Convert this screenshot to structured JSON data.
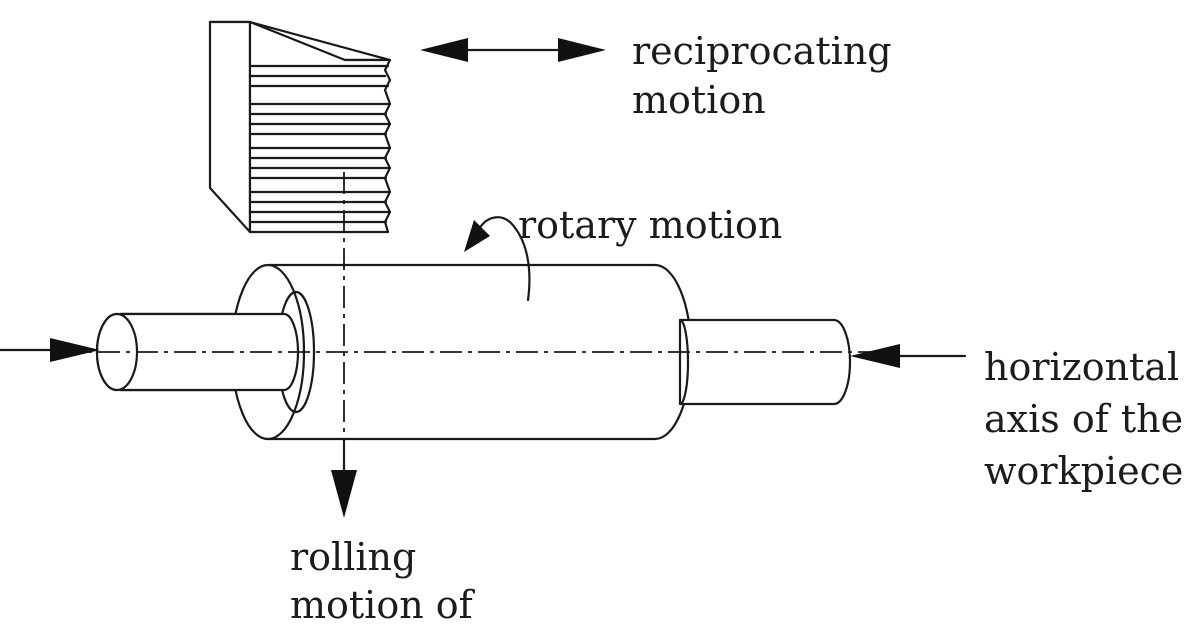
{
  "labels": {
    "reciprocating": [
      "reciprocating",
      "motion"
    ],
    "rotary": "rotary motion",
    "horizontal_axis": [
      "horizontal",
      "axis of the",
      "workpiece"
    ],
    "rolling": [
      "rolling",
      "motion of"
    ]
  }
}
